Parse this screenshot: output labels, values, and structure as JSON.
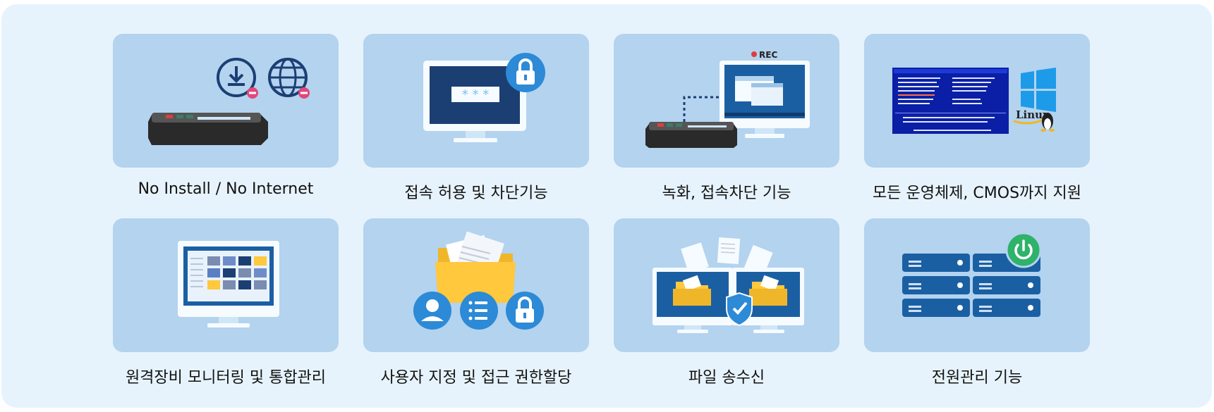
{
  "features": [
    {
      "label": "No Install / No Internet",
      "icon": "kvm-device-no-install-no-internet-icon"
    },
    {
      "label": "접속 허용 및 차단기능",
      "icon": "monitor-password-lock-icon"
    },
    {
      "label": "녹화, 접속차단 기능",
      "icon": "kvm-recording-monitor-icon",
      "badge": "REC"
    },
    {
      "label": "모든 운영체제, CMOS까지 지원",
      "icon": "bios-windows-linux-icon",
      "os_label": "Linux"
    },
    {
      "label": "원격장비 모니터링 및 통합관리",
      "icon": "monitoring-dashboard-icon"
    },
    {
      "label": "사용자 지정 및 접근 권한할당",
      "icon": "folder-user-permission-icon"
    },
    {
      "label": "파일 송수신",
      "icon": "file-transfer-monitors-icon"
    },
    {
      "label": "전원관리 기능",
      "icon": "server-power-icon"
    }
  ],
  "colors": {
    "panel": "#e7f3fc",
    "tile": "#b3d3ef",
    "navy": "#1b3f73",
    "blue": "#2c8ad6",
    "yellow": "#ffc83d",
    "green": "#2fb26a",
    "red": "#e23b3b"
  }
}
